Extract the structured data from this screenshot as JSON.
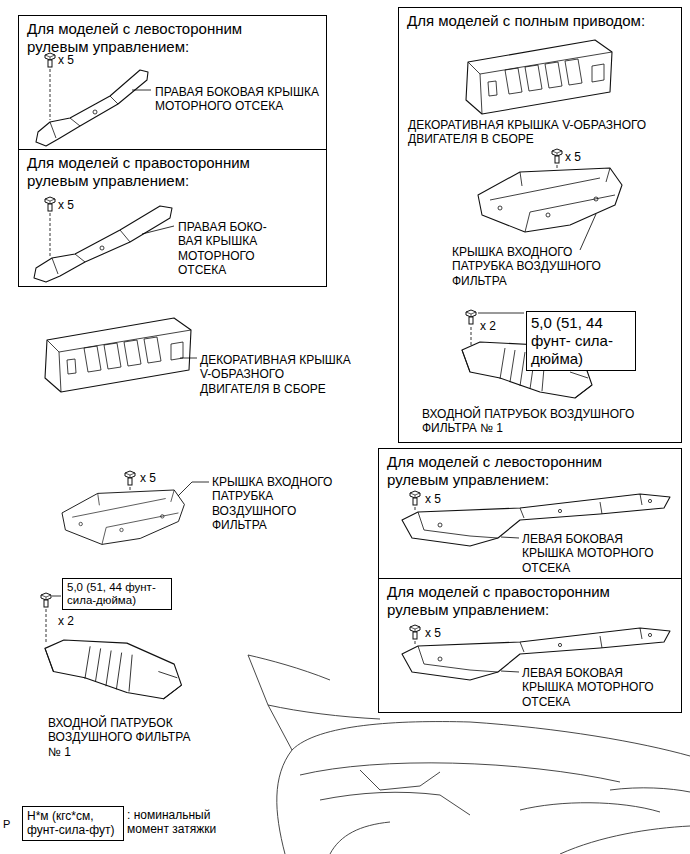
{
  "diagram": {
    "nodes": [
      {
        "text": [
          "Для моделей с левосторонним рулевым управлением:"
        ]
      },
      {
        "text": [
          "Для моделей с правосторонним рулевым управлением:"
        ]
      },
      {
        "text": [
          "Для моделей с полным приводом:"
        ]
      },
      {
        "text": [
          "5,0 (51, 44 фунт- сила-дюйма)"
        ],
        "in": 2
      },
      {
        "text": [
          "5,0 (51, 44 фунт- сила-дюйма)"
        ]
      },
      {
        "text": [
          "Для моделей с левосторонним рулевым управлением:"
        ]
      },
      {
        "text": [
          "Для моделей с правосторонним рулевым управлением:"
        ]
      },
      {
        "text": [
          "Н*м (кгс*см, фунт-сила-фут)",
          ": номинальный момент затяжки"
        ]
      }
    ],
    "labels": [
      "x 5",
      "ПРАВАЯ БОКОВАЯ КРЫШКА МОТОРНОГО ОТСЕКА",
      "x 5",
      "ПРАВАЯ БОКО- ВАЯ КРЫШКА МОТОРНОГО ОТСЕКА",
      "ДЕКОРАТИВНАЯ КРЫШКА V-ОБРАЗНОГО ДВИГАТЕЛЯ В СБОРЕ",
      "x 5",
      "КРЫШКА ВХОДНОГО ПАТРУБКА ВОЗДУШНОГО ФИЛЬТРА",
      "x 2",
      "ВХОДНОЙ ПАТРУБОК ВОЗДУШНОГО ФИЛЬТРА № 1",
      "ДЕКОРАТИВНАЯ КРЫШКА V-ОБРАЗНОГО ДВИГАТЕЛЯ В СБОРЕ",
      "x 5",
      "КРЫШКА ВХОДНОГО ПАТРУБКА ВОЗДУШНОГО ФИЛЬТРА",
      "x 2",
      "ВХОДНОЙ ПАТРУБОК ВОЗДУШНОГО ФИЛЬТРА № 1",
      "x 5",
      "ЛЕВАЯ БОКОВАЯ КРЫШКА МОТОРНОГО ОТСЕКА",
      "x 5",
      "ЛЕВАЯ БОКОВАЯ КРЫШКА МОТОРНОГО ОТСЕКА",
      "P"
    ]
  }
}
